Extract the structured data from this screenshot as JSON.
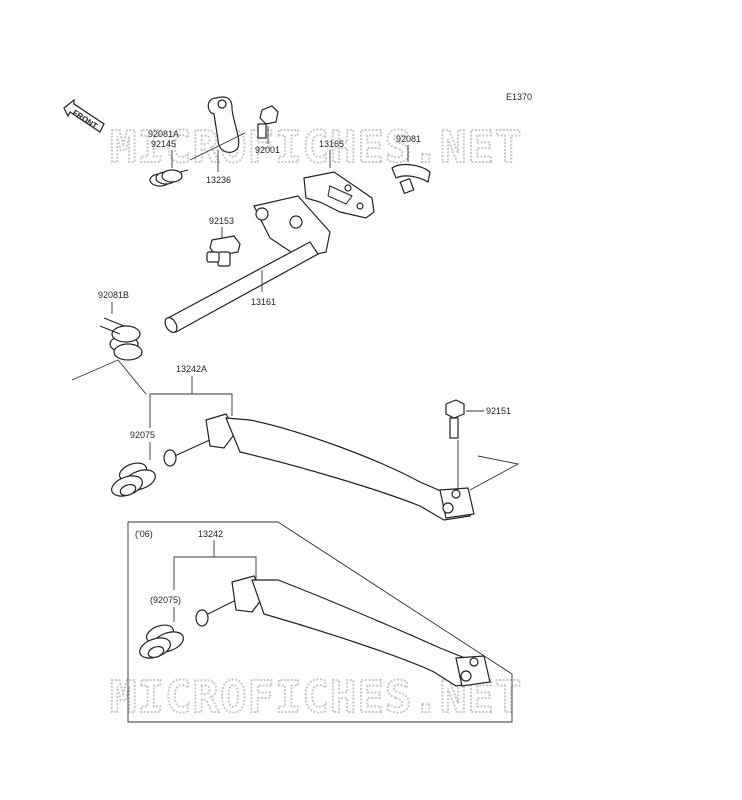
{
  "diagram_code": "E1370",
  "front_label": "FRONT",
  "watermark": "MICROFICHES.NET",
  "variant_label": "('06)",
  "parts": {
    "p92081A": "92081A",
    "p92145": "92145",
    "p13236": "13236",
    "p92001": "92001",
    "p13165": "13165",
    "p92081": "92081",
    "p92153": "92153",
    "p13161": "13161",
    "p92081B": "92081B",
    "p13242A": "13242A",
    "p92075": "92075",
    "p92151": "92151",
    "p13242": "13242",
    "p92075b": "(92075)"
  },
  "colors": {
    "line": "#222222",
    "watermark": "#c8c8c8"
  }
}
